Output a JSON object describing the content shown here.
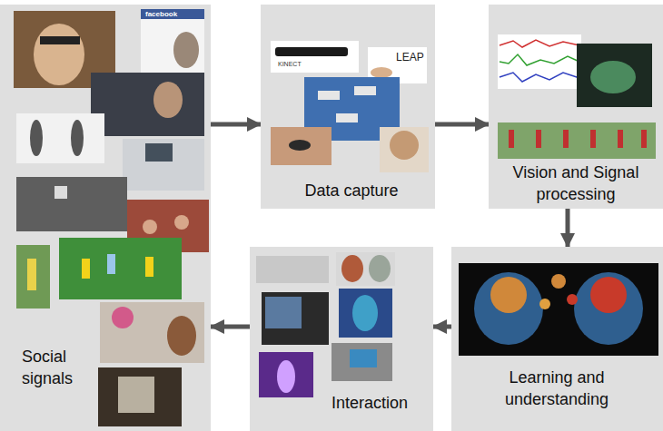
{
  "diagram": {
    "nodes": [
      {
        "text": [
          "Social signals"
        ]
      },
      {
        "text": [
          "Data capture"
        ]
      },
      {
        "text": [
          "Vision and Signal processing"
        ]
      },
      {
        "text": [
          "Learning and understanding"
        ]
      },
      {
        "text": [
          "Interaction"
        ]
      }
    ],
    "edges": [
      {
        "from": 0,
        "to": 1,
        "arrow": "to"
      },
      {
        "from": 1,
        "to": 2,
        "arrow": "to"
      },
      {
        "from": 2,
        "to": 3,
        "arrow": "to"
      },
      {
        "from": 3,
        "to": 4,
        "arrow": "to"
      },
      {
        "from": 4,
        "to": 0,
        "arrow": "to"
      }
    ],
    "labels": [
      "facebook",
      "KINECT",
      "LEAP"
    ]
  }
}
